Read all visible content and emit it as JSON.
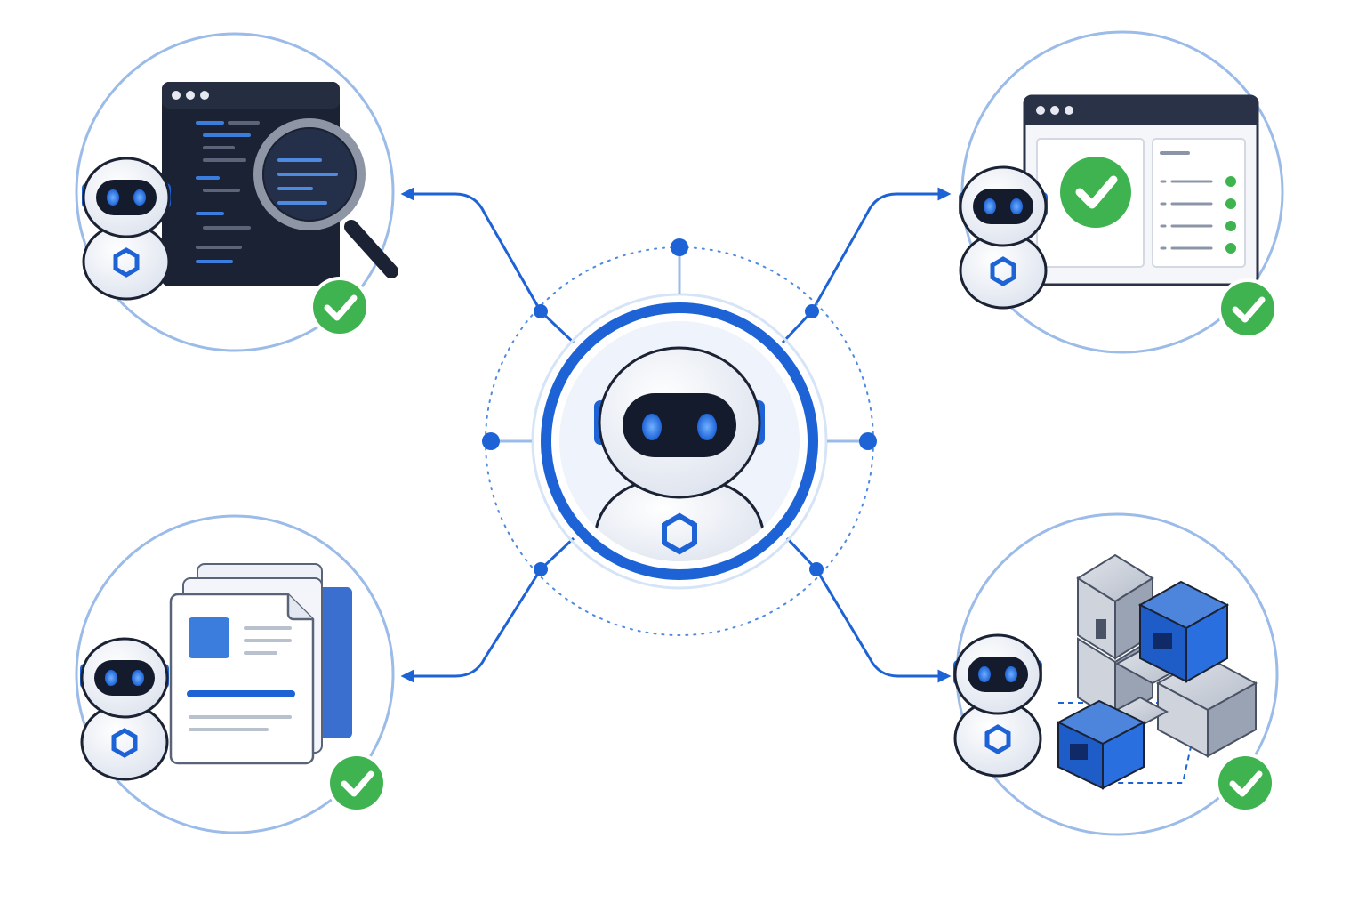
{
  "diagram": {
    "kind": "agent-orchestration",
    "central_agent": {
      "icon": "robot-icon",
      "badge_icon": "hexagon-icon"
    },
    "connections": [
      "code-review",
      "ui-testing",
      "document-processing",
      "module-assembly"
    ],
    "tasks": [
      {
        "id": "code-review",
        "icon": "code-editor-with-magnifier-icon",
        "status": "complete"
      },
      {
        "id": "ui-testing",
        "icon": "browser-checklist-icon",
        "status": "complete"
      },
      {
        "id": "document-processing",
        "icon": "document-stack-icon",
        "status": "complete"
      },
      {
        "id": "module-assembly",
        "icon": "block-cubes-icon",
        "status": "complete"
      }
    ]
  },
  "colors": {
    "primary_blue": "#1e63d6",
    "light_blue": "#9bbbe8",
    "dark_navy": "#1b2233",
    "success_green": "#3fb34f",
    "robot_white": "#f4f6fb",
    "panel_gray": "#9aa3b3"
  }
}
